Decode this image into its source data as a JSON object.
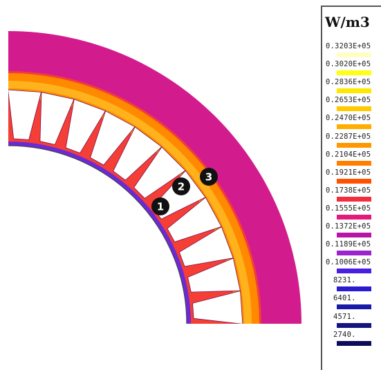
{
  "legend": {
    "title": "W/m3",
    "entries": [
      {
        "label": "0.3203E+05",
        "color": "#ffffc4"
      },
      {
        "label": "0.3020E+05",
        "color": "#ffff14"
      },
      {
        "label": "0.2836E+05",
        "color": "#ffe800"
      },
      {
        "label": "0.2653E+05",
        "color": "#ffcb00"
      },
      {
        "label": "0.2470E+05",
        "color": "#ffae00"
      },
      {
        "label": "0.2287E+05",
        "color": "#ff9700"
      },
      {
        "label": "0.2104E+05",
        "color": "#ff7f00"
      },
      {
        "label": "0.1921E+05",
        "color": "#ff5200"
      },
      {
        "label": "0.1738E+05",
        "color": "#f42c40"
      },
      {
        "label": "0.1555E+05",
        "color": "#e11a7c"
      },
      {
        "label": "0.1372E+05",
        "color": "#b814a8"
      },
      {
        "label": "0.1189E+05",
        "color": "#9b24ce"
      },
      {
        "label": "0.1006E+05",
        "color": "#4a20e0"
      },
      {
        "label": "8231.",
        "color": "#2a1ad0"
      },
      {
        "label": "6401.",
        "color": "#1a1aa8"
      },
      {
        "label": "4571.",
        "color": "#141480"
      },
      {
        "label": "2740.",
        "color": "#0c0c58"
      }
    ]
  },
  "markers": [
    {
      "label": "1"
    },
    {
      "label": "2"
    },
    {
      "label": "3"
    }
  ],
  "colors": {
    "outer_yoke": "#d21c8e",
    "inner_yoke": "#f43e36",
    "teeth": "#ee2a46",
    "hot_band": "#ff8a00",
    "hot_band_light": "#ffb21c",
    "tooth_tip": "#6a2ad8",
    "slot": "#ffffff"
  }
}
